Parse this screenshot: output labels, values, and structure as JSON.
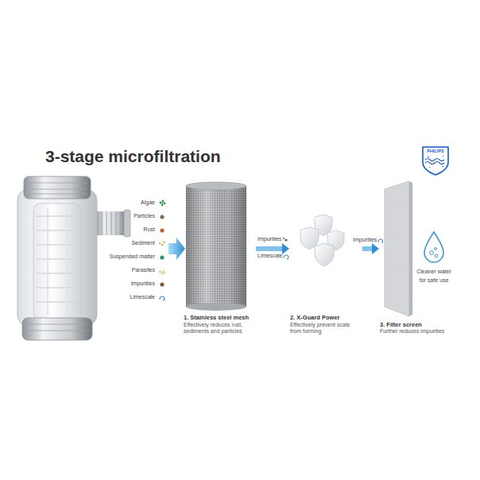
{
  "diagram": {
    "title": "3-stage microfiltration",
    "nodes": [
      {
        "text": [
          "1. Stainless steel mesh",
          "Effectively reduces rust, sediments and particles"
        ]
      },
      {
        "text": [
          "2. X-Guard Power",
          "Effectively prevent scale from forming"
        ]
      },
      {
        "text": [
          "3. Filter screen",
          "Further reduces impurities"
        ]
      }
    ],
    "edges": [
      {
        "from": 0,
        "to": 1,
        "arrow": "to"
      },
      {
        "from": 1,
        "to": 2,
        "arrow": "to"
      }
    ],
    "labels": [
      "PHILIPS",
      "Algae",
      "Particles",
      "Rust",
      "Sediment",
      "Suspended matter",
      "Parasites",
      "Impurities",
      "Limescale",
      "Impurities",
      "Limescale",
      "Impurities",
      "Cleaner water",
      "for safe use"
    ]
  }
}
